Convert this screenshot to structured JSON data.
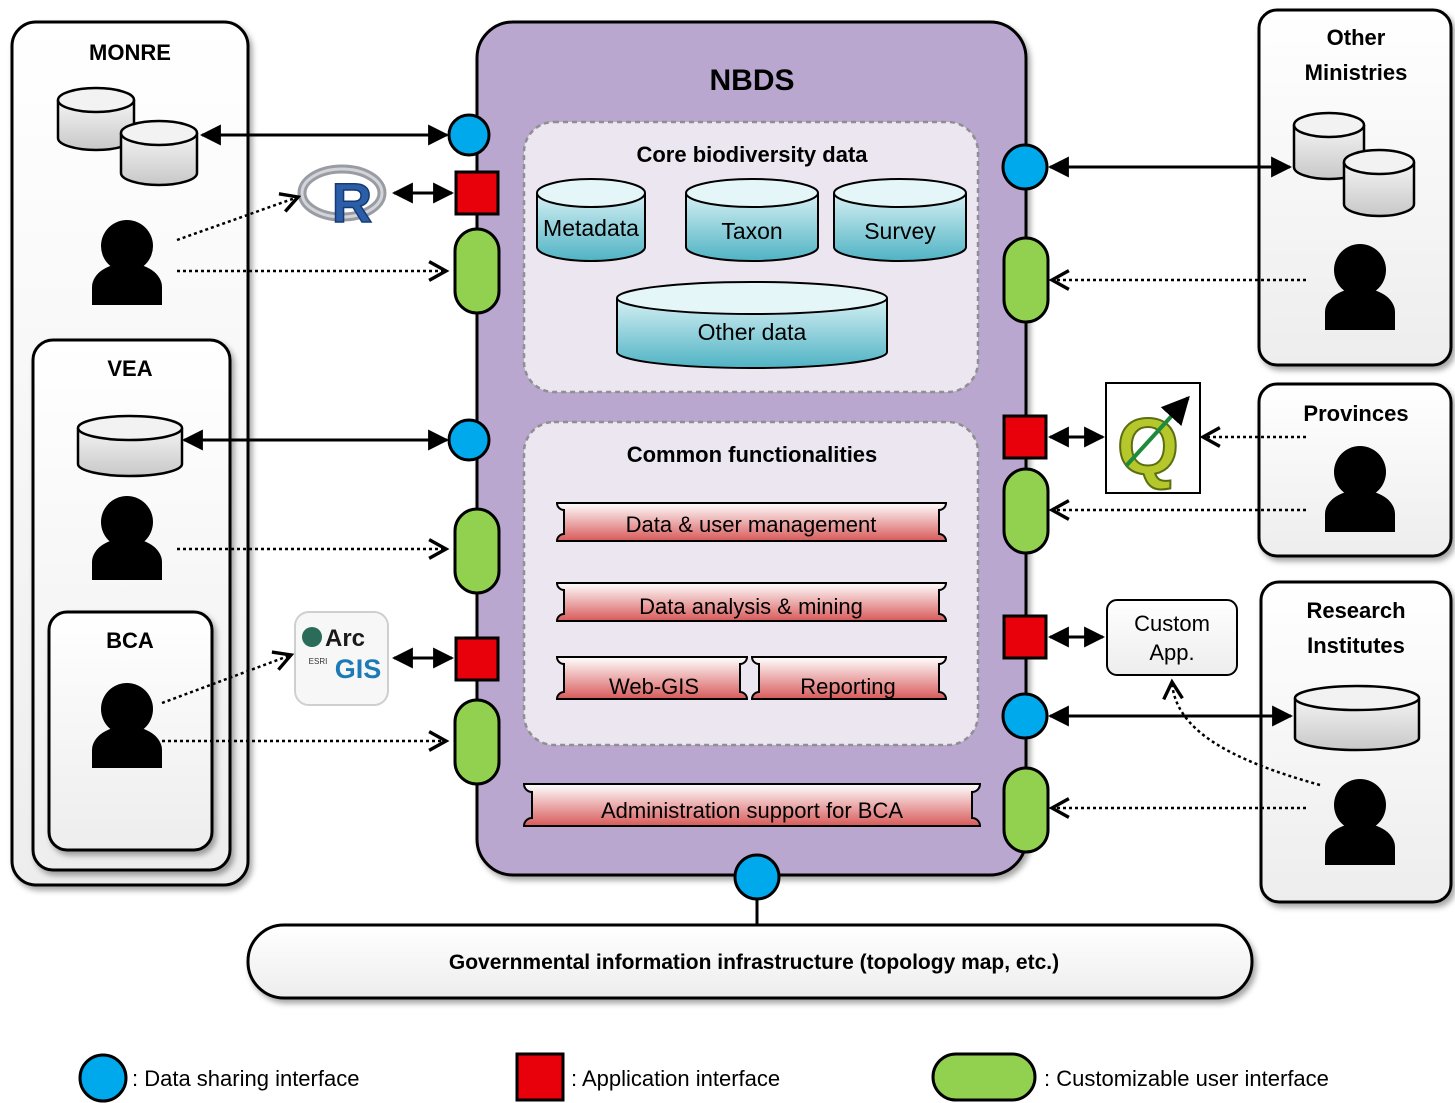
{
  "nbds": {
    "title": "NBDS",
    "core": {
      "title": "Core biodiversity data",
      "cylinders": [
        "Metadata",
        "Taxon",
        "Survey",
        "Other data"
      ]
    },
    "common": {
      "title": "Common functionalities",
      "items": [
        "Data & user management",
        "Data analysis & mining",
        "Web-GIS",
        "Reporting"
      ]
    },
    "admin": "Administration support for BCA"
  },
  "left": {
    "monre": "MONRE",
    "vea": "VEA",
    "bca": "BCA",
    "r_logo": "R",
    "arcgis_logo": {
      "line1": "Arc",
      "line2": "GIS",
      "small": "ESRI"
    }
  },
  "right": {
    "other_ministries": [
      "Other",
      "Ministries"
    ],
    "provinces": "Provinces",
    "research": [
      "Research",
      "Institutes"
    ],
    "custom_app": [
      "Custom",
      "App."
    ],
    "qgis_logo": "Q"
  },
  "infrastructure": "Governmental information infrastructure (topology map, etc.)",
  "legend": {
    "data_sharing": ": Data sharing interface",
    "application": ": Application interface",
    "customizable": ": Customizable user interface"
  },
  "colors": {
    "nbds_fill": "#b9a7cf",
    "circle": "#00a8ec",
    "square": "#e8000b",
    "pill": "#92d050",
    "cylinder_teal": "#8fd2dc",
    "func_red": "#f0b8b8"
  }
}
